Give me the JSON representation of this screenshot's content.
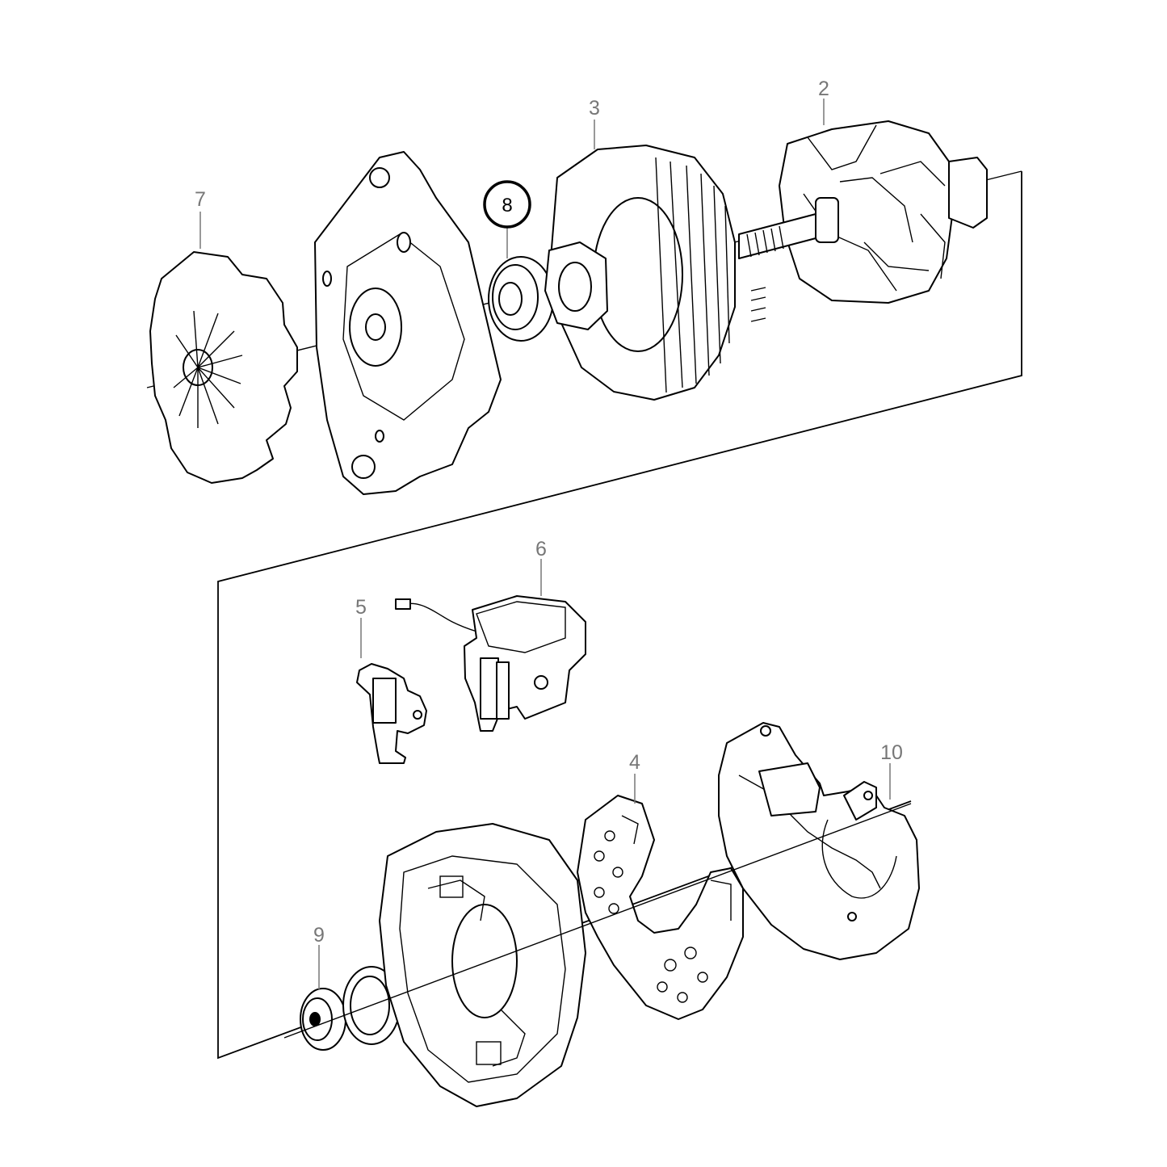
{
  "callouts": [
    {
      "id": "7",
      "label": "7",
      "highlighted": false
    },
    {
      "id": "8",
      "label": "8",
      "highlighted": true
    },
    {
      "id": "3",
      "label": "3",
      "highlighted": false
    },
    {
      "id": "2",
      "label": "2",
      "highlighted": false
    },
    {
      "id": "6",
      "label": "6",
      "highlighted": false
    },
    {
      "id": "5",
      "label": "5",
      "highlighted": false
    },
    {
      "id": "4",
      "label": "4",
      "highlighted": false
    },
    {
      "id": "10",
      "label": "10",
      "highlighted": false
    },
    {
      "id": "9",
      "label": "9",
      "highlighted": false
    }
  ],
  "colors": {
    "line": "#000000",
    "callout_text": "#777777",
    "background": "#ffffff"
  }
}
